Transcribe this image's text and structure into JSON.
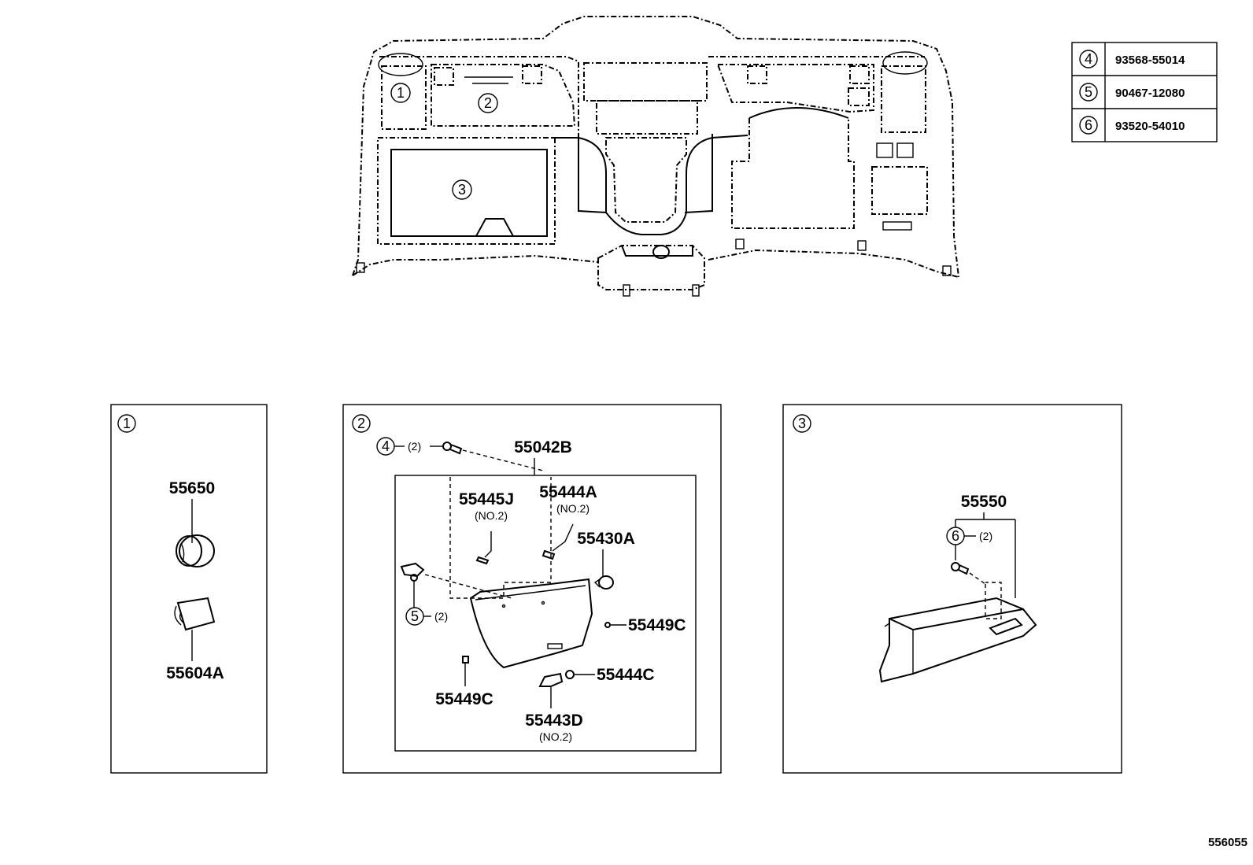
{
  "overview": {
    "callouts": [
      "1",
      "2",
      "3"
    ]
  },
  "part_table": [
    {
      "ref": "4",
      "part_no": "93568-55014"
    },
    {
      "ref": "5",
      "part_no": "90467-12080"
    },
    {
      "ref": "6",
      "part_no": "93520-54010"
    }
  ],
  "panel1": {
    "number": "1",
    "parts": [
      "55650",
      "55604A"
    ]
  },
  "panel2": {
    "number": "2",
    "assembly": "55042B",
    "ref4": "4",
    "ref4_qty": "(2)",
    "ref5": "5",
    "ref5_qty": "(2)",
    "part_55445J": "55445J",
    "part_55445J_sub": "(NO.2)",
    "part_55444A": "55444A",
    "part_55444A_sub": "(NO.2)",
    "part_55430A": "55430A",
    "part_55449C_right": "55449C",
    "part_55449C_left": "55449C",
    "part_55444C": "55444C",
    "part_55443D": "55443D",
    "part_55443D_sub": "(NO.2)"
  },
  "panel3": {
    "number": "3",
    "assembly": "55550",
    "ref6": "6",
    "ref6_qty": "(2)"
  },
  "figure_id": "556055"
}
